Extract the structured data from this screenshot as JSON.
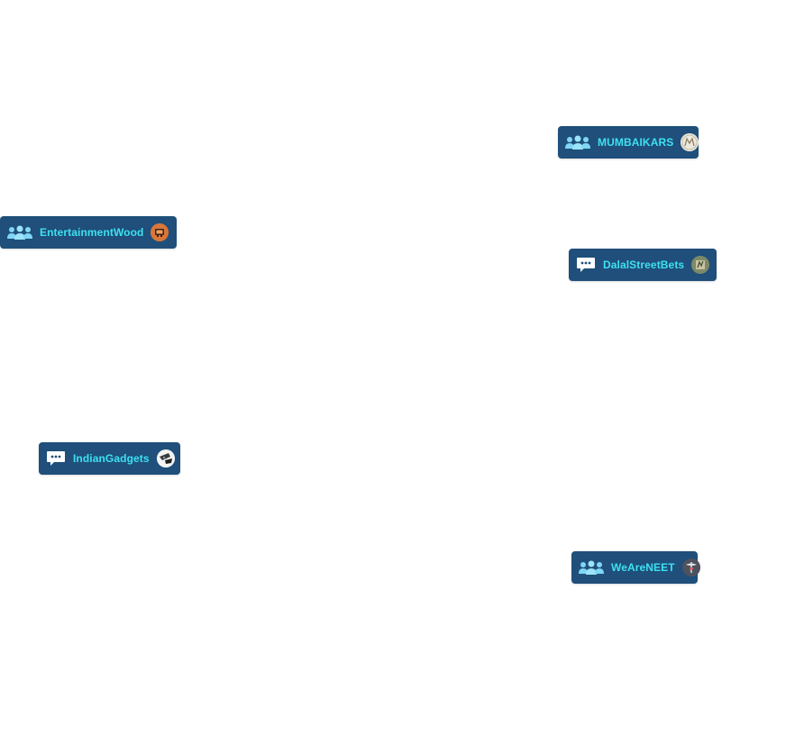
{
  "communities": [
    {
      "name": "MUMBAIKARS",
      "type_icon": "group-icon",
      "avatar_icon": "mumbaikars-avatar-icon"
    },
    {
      "name": "EntertainmentWood",
      "type_icon": "group-icon",
      "avatar_icon": "entertainmentwood-avatar-icon"
    },
    {
      "name": "DalalStreetBets",
      "type_icon": "chat-bubble-icon",
      "avatar_icon": "dalalstreetbets-avatar-icon"
    },
    {
      "name": "IndianGadgets",
      "type_icon": "chat-bubble-icon",
      "avatar_icon": "indiangadgets-avatar-icon"
    },
    {
      "name": "WeAreNEET",
      "type_icon": "group-icon",
      "avatar_icon": "weareneet-avatar-icon"
    }
  ],
  "colors": {
    "chip_background": "#1f4f7a",
    "label_text": "#3ee0f2",
    "icon_fill": "#7fd6f5",
    "page_background": "#ffffff"
  }
}
